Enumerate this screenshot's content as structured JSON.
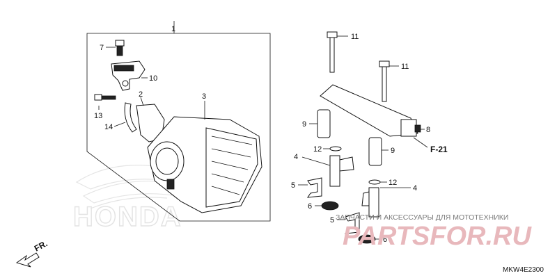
{
  "diagram": {
    "diagram_code": "MKW4E2300",
    "direction_label": "FR.",
    "reference_label": "F-21",
    "callouts": [
      "1",
      "2",
      "3",
      "4",
      "4",
      "5",
      "5",
      "6",
      "6",
      "7",
      "8",
      "9",
      "9",
      "10",
      "11",
      "11",
      "12",
      "12",
      "13",
      "14"
    ]
  },
  "watermarks": {
    "brand": "HONDA",
    "shop_tagline": "ЗАПЧАСТИ И АКСЕССУАРЫ ДЛЯ МОТОТЕХНИКИ",
    "shop_logo": "PARTSFOR.RU"
  }
}
